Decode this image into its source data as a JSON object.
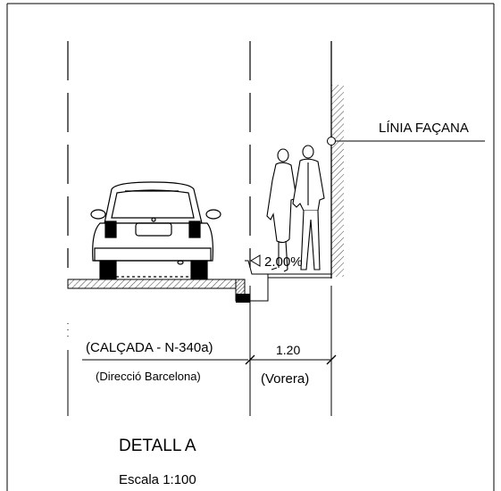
{
  "labels": {
    "facade_line": "LÍNIA FAÇANA",
    "slope": "2.00%",
    "carriageway_name": "(CALÇADA  -  N-340a)",
    "carriageway_direction": "(Direcció Barcelona)",
    "sidewalk_width": "1.20",
    "sidewalk_name": "(Vorera)",
    "detail_title": "DETALL A",
    "scale": "Escala 1:100"
  },
  "colors": {
    "line": "#000000",
    "background": "#ffffff",
    "hatch": "#555555"
  }
}
